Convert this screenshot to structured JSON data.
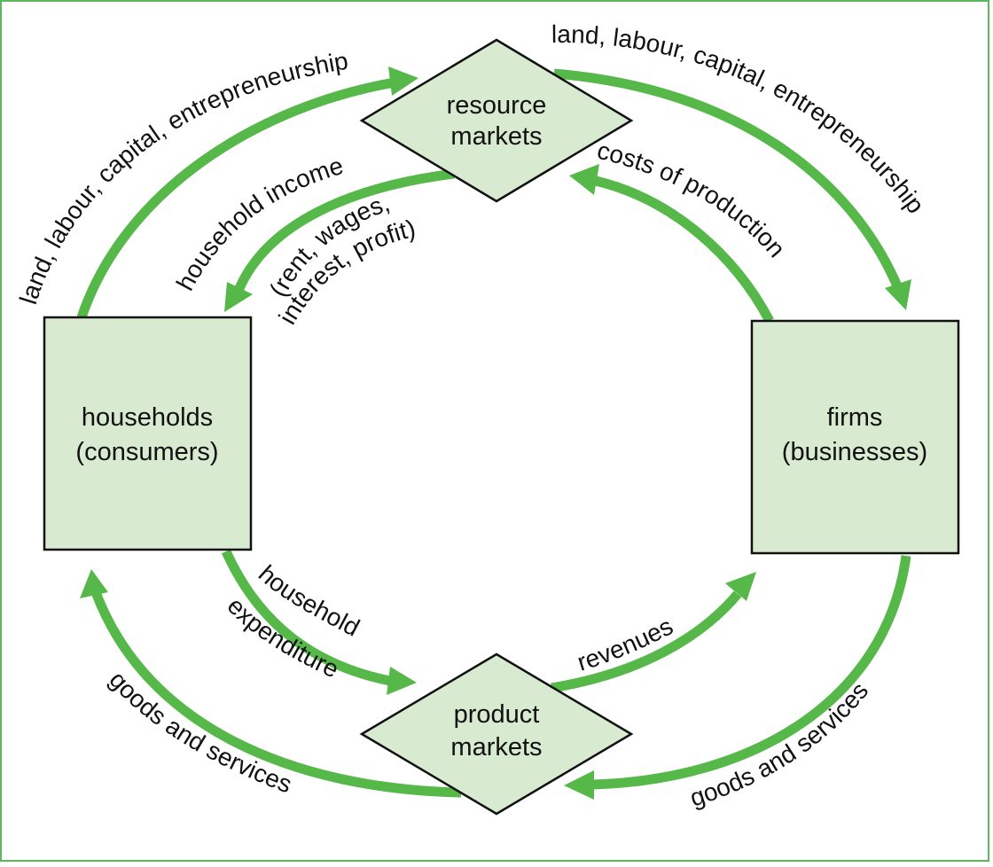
{
  "colors": {
    "arrow": "#55b849",
    "node_fill": "#d8ead0",
    "node_border": "#111111",
    "frame": "#5cb85c"
  },
  "nodes": {
    "resource_markets": {
      "line1": "resource",
      "line2": "markets"
    },
    "product_markets": {
      "line1": "product",
      "line2": "markets"
    },
    "households": {
      "line1": "households",
      "line2": "(consumers)"
    },
    "firms": {
      "line1": "firms",
      "line2": "(businesses)"
    }
  },
  "flows": {
    "households_to_resource": "land, labour, capital, entrepreneurship",
    "resource_to_firms": "land, labour, capital, entrepreneurship",
    "household_income": "household income",
    "income_detail_line1": "(rent, wages,",
    "income_detail_line2": "interest, profit)",
    "costs_of_production": "costs of production",
    "household_expenditure_line1": "household",
    "household_expenditure_line2": "expenditure",
    "revenues": "revenues",
    "goods_services_left": "goods and services",
    "goods_services_right": "goods and services"
  }
}
